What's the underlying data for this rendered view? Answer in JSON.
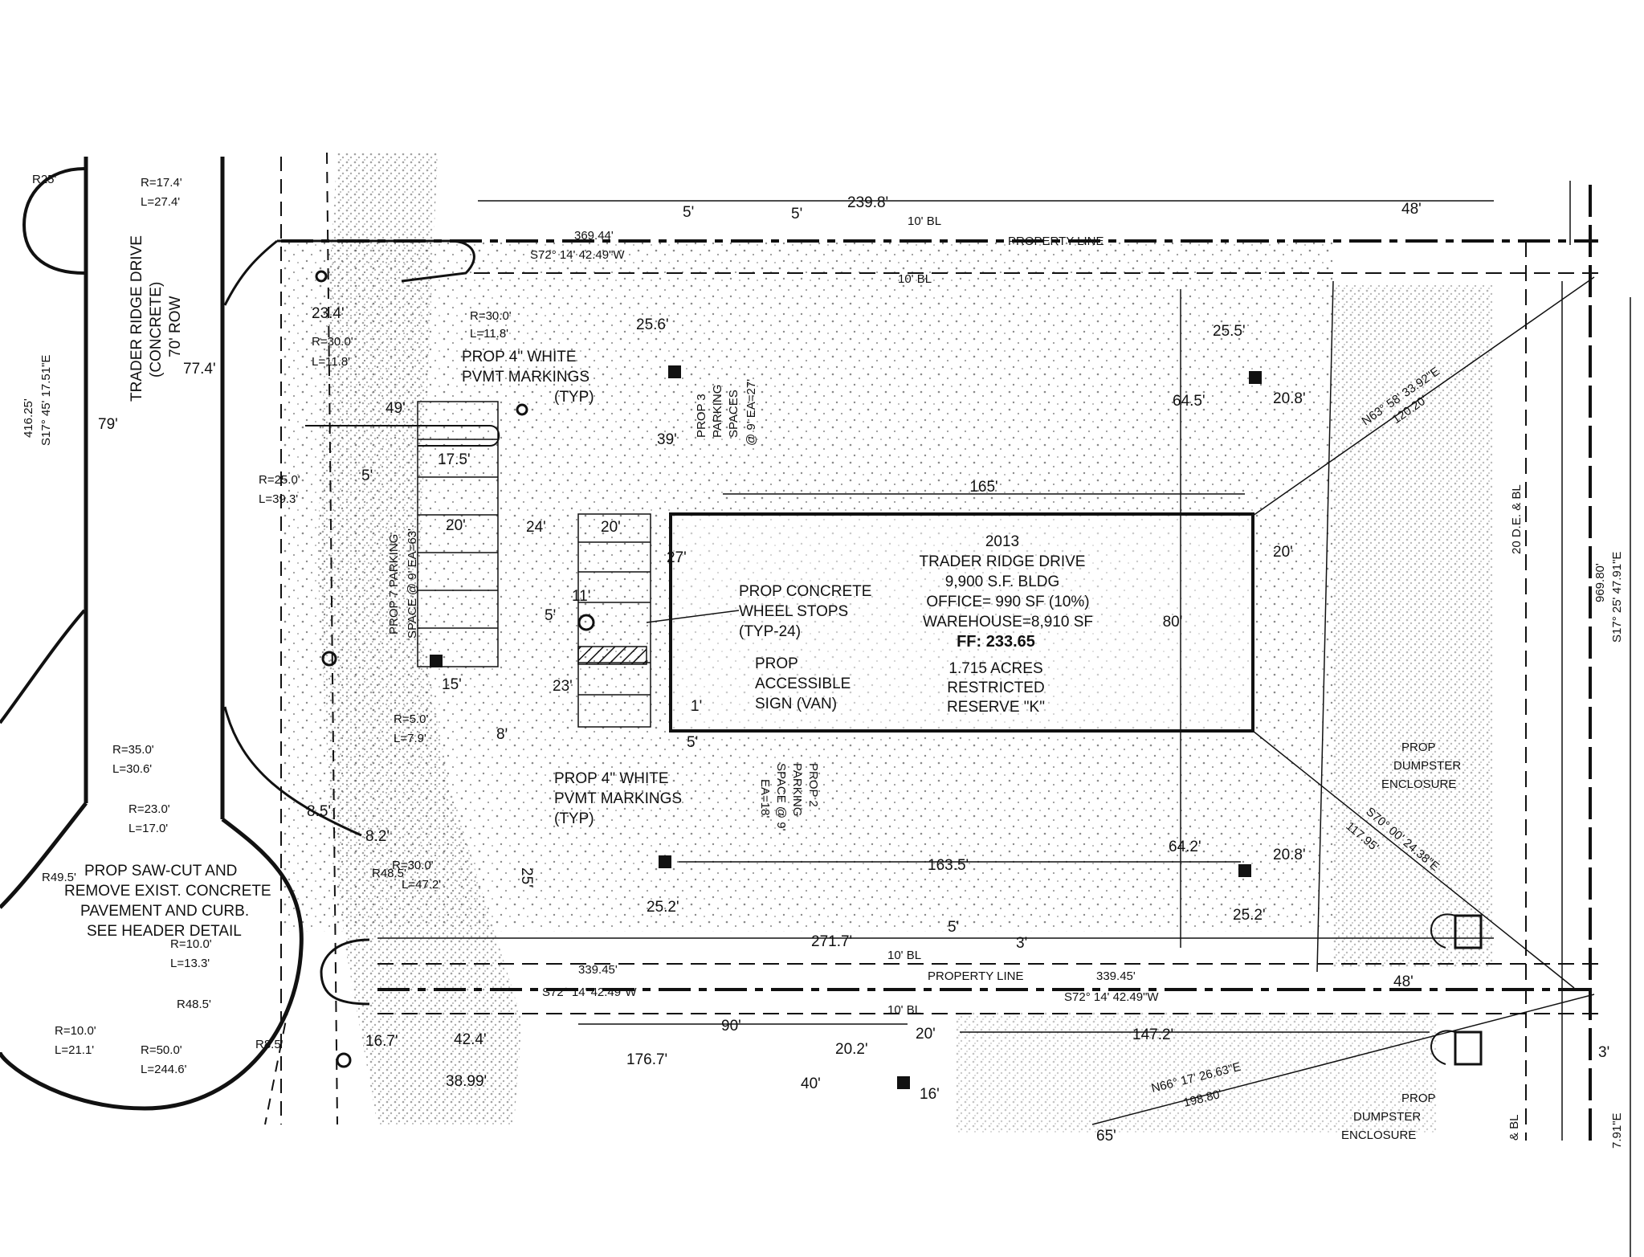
{
  "colors": {
    "ink": "#111111",
    "paper": "#ffffff",
    "stipple": "#9a9a9a"
  },
  "building": {
    "address_number": "2013",
    "street": "TRADER RIDGE DRIVE",
    "size": "9,900 S.F. BLDG",
    "office": "OFFICE= 990 SF (10%)",
    "warehouse": "WAREHOUSE=8,910 SF",
    "ff": "FF: 233.65",
    "acres": "1.715 ACRES",
    "restricted": "RESTRICTED",
    "reserve": "RESERVE \"K\"",
    "width": "165'",
    "depth": "80'"
  },
  "road": {
    "name": "TRADER RIDGE DRIVE",
    "material": "(CONCRETE)",
    "row": "70' ROW"
  },
  "property_line": "PROPERTY LINE",
  "bl": "10' BL",
  "de_bl": "20 D.E. & BL",
  "notes": {
    "markings_top_1": "PROP 4\" WHITE",
    "markings_top_2": "PVMT MARKINGS",
    "markings_top_3": "(TYP)",
    "markings_bot_1": "PROP 4\" WHITE",
    "markings_bot_2": "PVMT MARKINGS",
    "markings_bot_3": "(TYP)",
    "stops_1": "PROP CONCRETE",
    "stops_2": "WHEEL STOPS",
    "stops_3": "(TYP-24)",
    "sign_1": "PROP",
    "sign_2": "ACCESSIBLE",
    "sign_3": "SIGN (VAN)",
    "saw_1": "PROP SAW-CUT AND",
    "saw_2": "REMOVE EXIST. CONCRETE",
    "saw_3": "PAVEMENT AND CURB.",
    "saw_4": "SEE HEADER DETAIL",
    "dump1_1": "PROP",
    "dump1_2": "DUMPSTER",
    "dump1_3": "ENCLOSURE",
    "dump2_1": "PROP",
    "dump2_2": "DUMPSTER",
    "dump2_3": "ENCLOSURE"
  },
  "parking": {
    "p3_1": "PROP 3",
    "p3_2": "PARKING",
    "p3_3": "SPACES",
    "p3_4": "@ 9' EA=27'",
    "p7_1": "PROP 7 PARKING",
    "p7_2": "SPACE @ 9' EA=63'",
    "p2_1": "PROP 2",
    "p2_2": "PARKING",
    "p2_3": "SPACE @ 9'",
    "p2_4": "EA=18'"
  },
  "curves": {
    "c1a": "R=17.4'",
    "c1b": "L=27.4'",
    "c2": "R25'",
    "c3a": "R=30.0'",
    "c3b": "L=11.8'",
    "c4a": "R=30.0'",
    "c4b": "L=11.8'",
    "c5a": "R=25.0'",
    "c5b": "L=39.3'",
    "c6a": "R=5.0'",
    "c6b": "L=7.9'",
    "c7a": "R=35.0'",
    "c7b": "L=30.6'",
    "c8a": "R=23.0'",
    "c8b": "L=17.0'",
    "c9a": "R=30.0'",
    "c9b": "L=47.2'",
    "c10a": "R=10.0'",
    "c10b": "L=13.3'",
    "c11": "R48.5'",
    "c12a": "R=10.0'",
    "c12b": "L=21.1'",
    "c13a": "R=50.0'",
    "c13b": "L=244.6'",
    "c14": "R49.5'",
    "c15": "R48.5'",
    "c16": "R8.5'"
  },
  "dims": {
    "d239": "239.8'",
    "d48a": "48'",
    "d5a": "5'",
    "d5b": "5'",
    "d369": "369.44'",
    "brg_top": "S72° 14' 42.49\"W",
    "d256": "25.6'",
    "d39": "39'",
    "d234": "23.4'",
    "d774": "77.4'",
    "d79": "79'",
    "d49": "49'",
    "d175": "17.5'",
    "d5c": "5'",
    "d20a": "20'",
    "d24": "24'",
    "d20b": "20'",
    "d27": "27'",
    "d11": "11'",
    "d5d": "5'",
    "d23": "23'",
    "d15": "15'",
    "d8": "8'",
    "d1": "1'",
    "d5e": "5'",
    "d255": "25.5'",
    "d645": "64.5'",
    "d208a": "20.8'",
    "d20c": "20'",
    "brg_ne": "N63° 58' 33.92\"E",
    "brg_ne_d": "120.20'",
    "d1635": "163.5'",
    "d642": "64.2'",
    "d208b": "20.8'",
    "d252a": "25.2'",
    "d252b": "25.2'",
    "d2717": "271.7'",
    "d5f": "5'",
    "d3a": "3'",
    "d33945a": "339.45'",
    "brg_b1": "S72° 14' 42.49\"W",
    "d33945b": "339.45'",
    "brg_b2": "S72° 14' 42.49\"W",
    "d48b": "48'",
    "brg_se": "S70° 00' 24.38\"E",
    "brg_se_d": "117.95'",
    "d85": "8.5'",
    "d82": "8.2'",
    "d25": "25'",
    "d167": "16.7'",
    "d424": "42.4'",
    "d90": "90'",
    "d1767": "176.7'",
    "d3899": "38.99'",
    "d202": "20.2'",
    "d40": "40'",
    "d16": "16'",
    "d20d": "20'",
    "d1472": "147.2'",
    "brg_s": "N66° 17' 26.63\"E",
    "brg_s_d": "198.80'",
    "d65": "65'",
    "d3b": "3'",
    "d41625": "416.25'",
    "brg_w": "S17° 45' 17.51\"E",
    "d96980": "969.80'",
    "brg_e": "S17° 25' 47.91\"E",
    "d791": "7.91\"E",
    "blr": "& BL"
  }
}
